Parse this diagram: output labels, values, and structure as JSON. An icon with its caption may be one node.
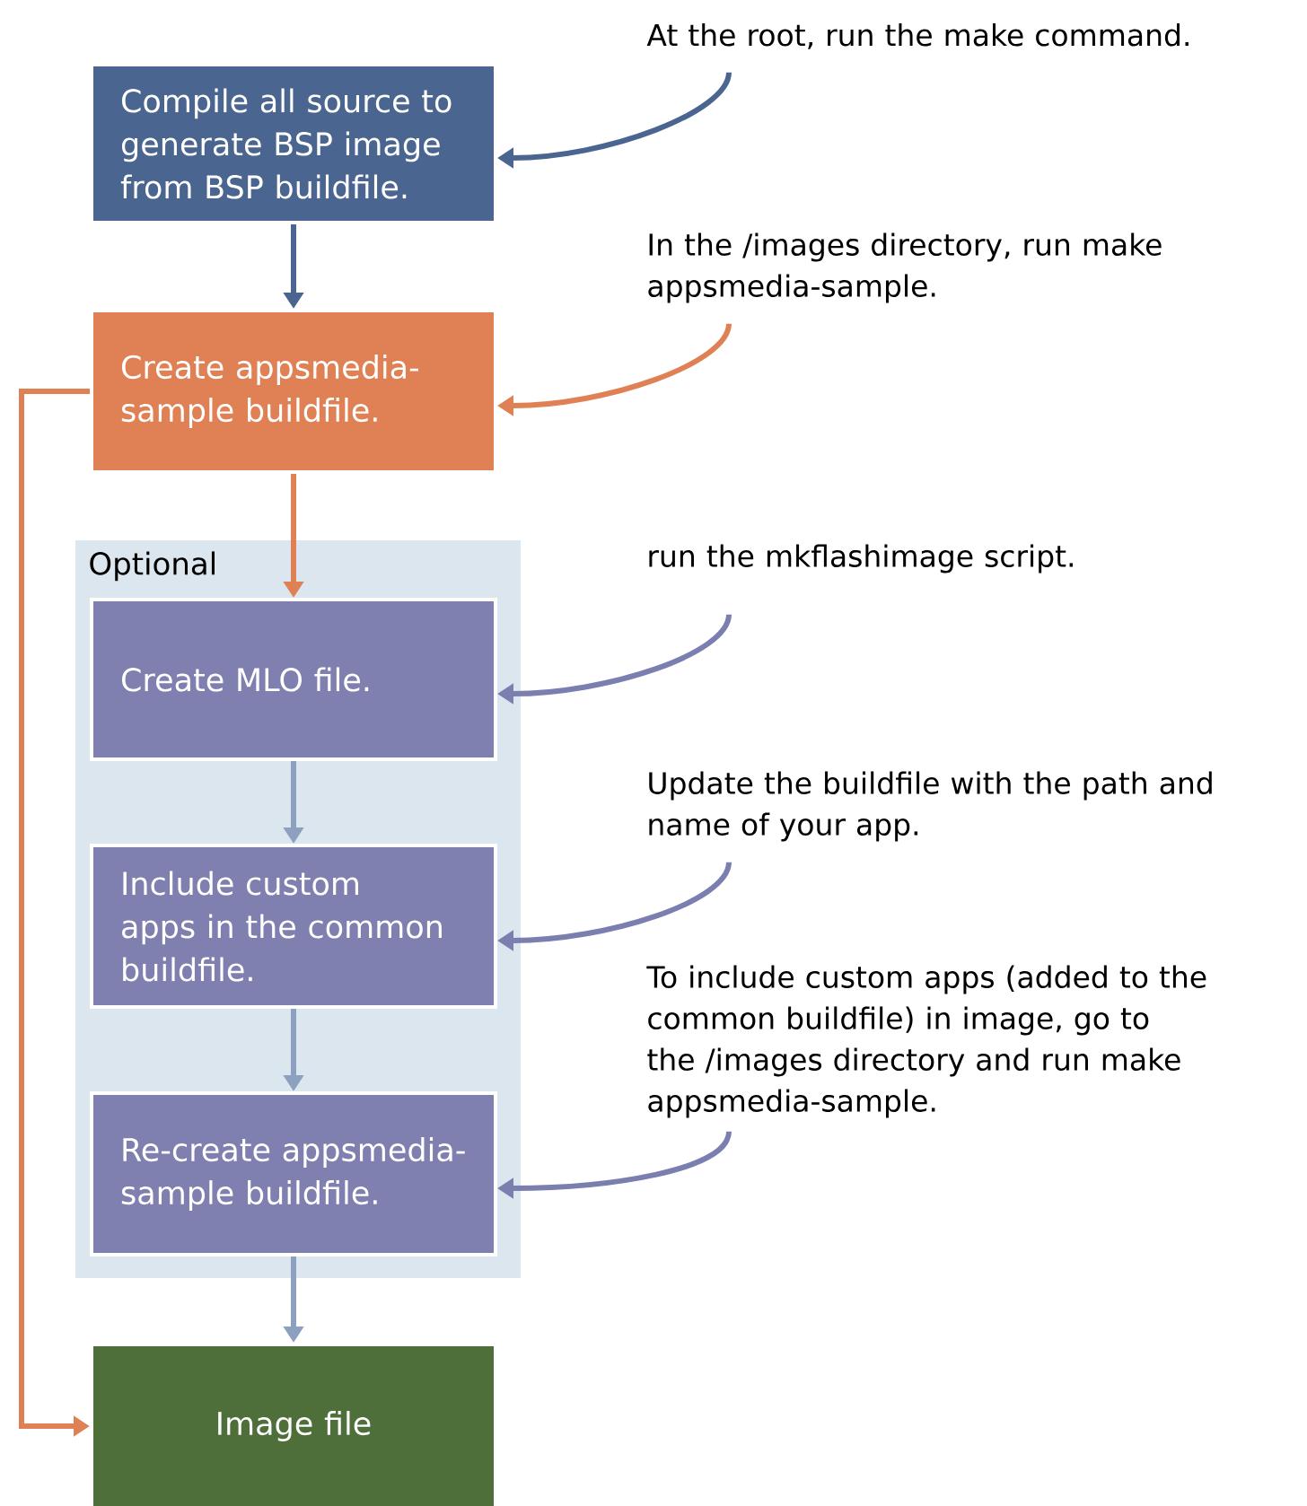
{
  "diagram": {
    "nodes": [
      {
        "text": [
          "Compile all source to generate BSP image from BSP buildfile."
        ]
      },
      {
        "text": [
          "Create appsmedia-sample buildfile."
        ]
      },
      {
        "text": [
          "Optional"
        ]
      },
      {
        "text": [
          "Create MLO file."
        ],
        "in": 2
      },
      {
        "text": [
          "Include custom apps in the common buildfile."
        ],
        "in": 2
      },
      {
        "text": [
          "Re-create appsmedia-sample buildfile."
        ],
        "in": 2
      },
      {
        "text": [
          "Image file"
        ]
      },
      {
        "text": [
          "At the root, run the make command."
        ]
      },
      {
        "text": [
          "In the /images directory, run make appsmedia-sample."
        ]
      },
      {
        "text": [
          "run the mkflashimage script."
        ]
      },
      {
        "text": [
          "Update the buildfile with the path and name of your app."
        ]
      },
      {
        "text": [
          "To include custom apps (added to the common buildfile) in image, go to the /images directory and run make appsmedia-sample."
        ]
      }
    ],
    "edges": [
      {
        "from": 0,
        "to": 1,
        "arrow": "to",
        "color": "#4a6590"
      },
      {
        "from": 1,
        "to": 3,
        "arrow": "to",
        "color": "#e08155"
      },
      {
        "from": 3,
        "to": 4,
        "arrow": "to",
        "color": "#8ea0c0"
      },
      {
        "from": 4,
        "to": 5,
        "arrow": "to",
        "color": "#8ea0c0"
      },
      {
        "from": 5,
        "to": 6,
        "arrow": "to",
        "color": "#8ea0c0"
      },
      {
        "from": 1,
        "to": 6,
        "arrow": "to",
        "color": "#e08155"
      },
      {
        "from": 7,
        "to": 0,
        "arrow": "to",
        "color": "#4a6590"
      },
      {
        "from": 8,
        "to": 1,
        "arrow": "to",
        "color": "#e08155"
      },
      {
        "from": 9,
        "to": 3,
        "arrow": "to",
        "color": "#7a7fb0"
      },
      {
        "from": 10,
        "to": 4,
        "arrow": "to",
        "color": "#7a7fb0"
      },
      {
        "from": 11,
        "to": 5,
        "arrow": "to",
        "color": "#7a7fb0"
      }
    ]
  }
}
